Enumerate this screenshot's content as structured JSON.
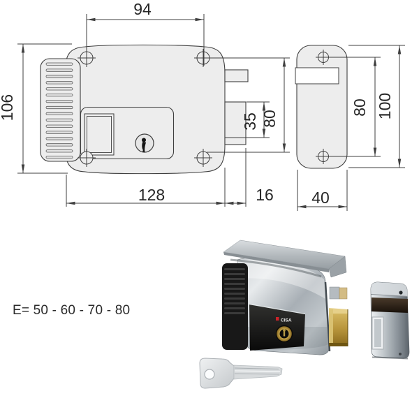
{
  "page": {
    "background": "#ffffff",
    "caption": "E= 50 - 60 - 70 - 80"
  },
  "drawing": {
    "line_color": "#3f3f3f",
    "fill_color": "#ededed",
    "dims": {
      "front_top_width": "94",
      "front_height": "106",
      "front_width": "128",
      "bolt_throw": "16",
      "bolt_height": "35",
      "lock_side_height": "80",
      "plate_hole_spacing": "80",
      "plate_height": "100",
      "plate_width": "40"
    }
  },
  "photo": {
    "brand": "CISA",
    "colors": {
      "chrome": "#b7bdc2",
      "brass": "#c2a045",
      "black": "#161616",
      "logo_red": "#cc2229"
    }
  }
}
